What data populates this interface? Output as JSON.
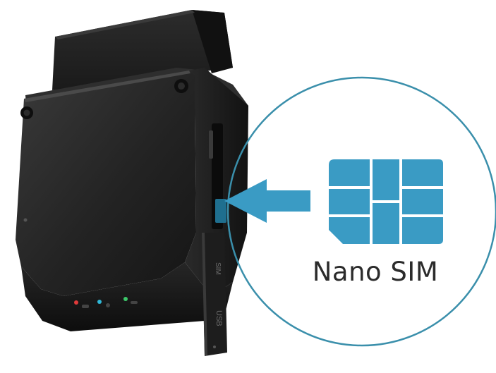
{
  "sim_label": "Nano SIM",
  "usb_label": "USB",
  "sim_side_label": "SIM",
  "colors": {
    "accent": "#3a9bc4",
    "circle": "#3a8fab",
    "device": "#262626",
    "led_red": "#e03a3a",
    "led_cyan": "#2fb8d8",
    "led_green": "#3cc86a"
  }
}
